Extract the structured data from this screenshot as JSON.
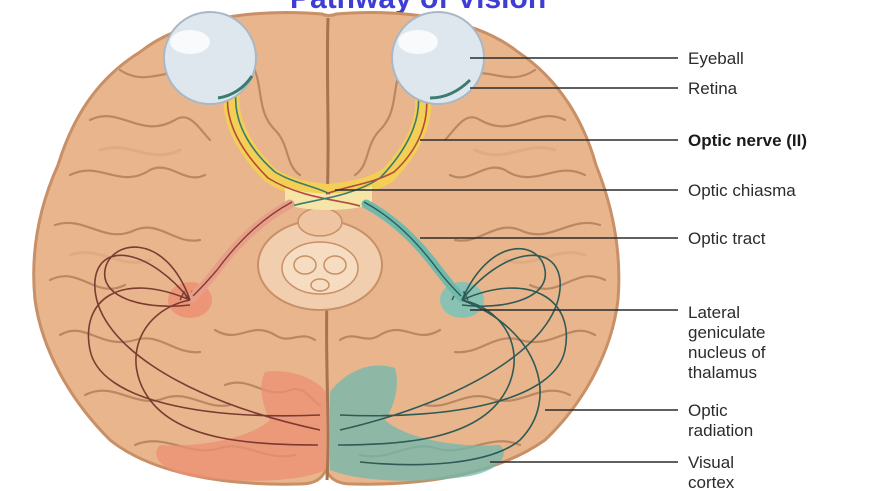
{
  "title_fragment": "Pathway of Vision",
  "labels": {
    "eyeball": "Eyeball",
    "retina": "Retina",
    "optic_nerve": "Optic nerve (II)",
    "optic_chiasma": "Optic chiasma",
    "optic_tract": "Optic tract",
    "lgn": [
      "Lateral",
      "geniculate",
      "nucleus of",
      "thalamus"
    ],
    "optic_radiation": [
      "Optic",
      "radiation"
    ],
    "visual_cortex": [
      "Visual",
      "cortex"
    ]
  },
  "colors": {
    "brain": "#e9b58c",
    "brain_shadow": "#c98f66",
    "nerve_yellow": "#f3cf56",
    "left_pathway": "#e08a6c",
    "right_pathway": "#6fb9ad",
    "eyeball": "#dfe7ee"
  }
}
